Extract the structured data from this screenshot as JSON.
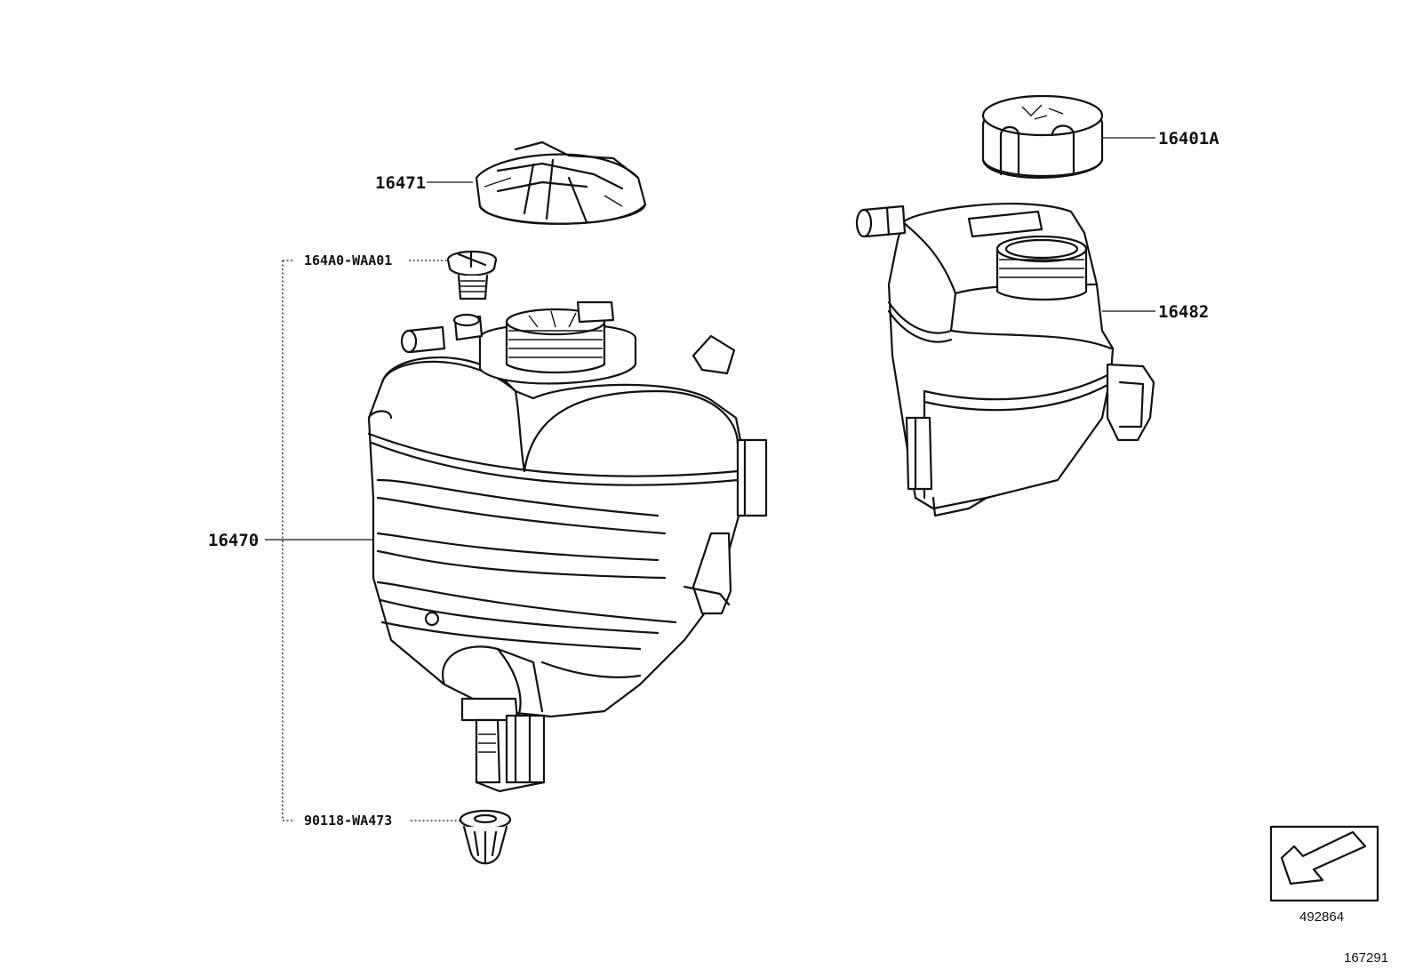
{
  "parts": {
    "cap_left": "16471",
    "plug": "164A0-WAA01",
    "tank_left": "16470",
    "clip": "90118-WA473",
    "cap_right": "16401A",
    "tank_right": "16482"
  },
  "view_indicator": {
    "code": "492864",
    "icon": "arrow-down-left-icon"
  },
  "diagram_id": "167291"
}
